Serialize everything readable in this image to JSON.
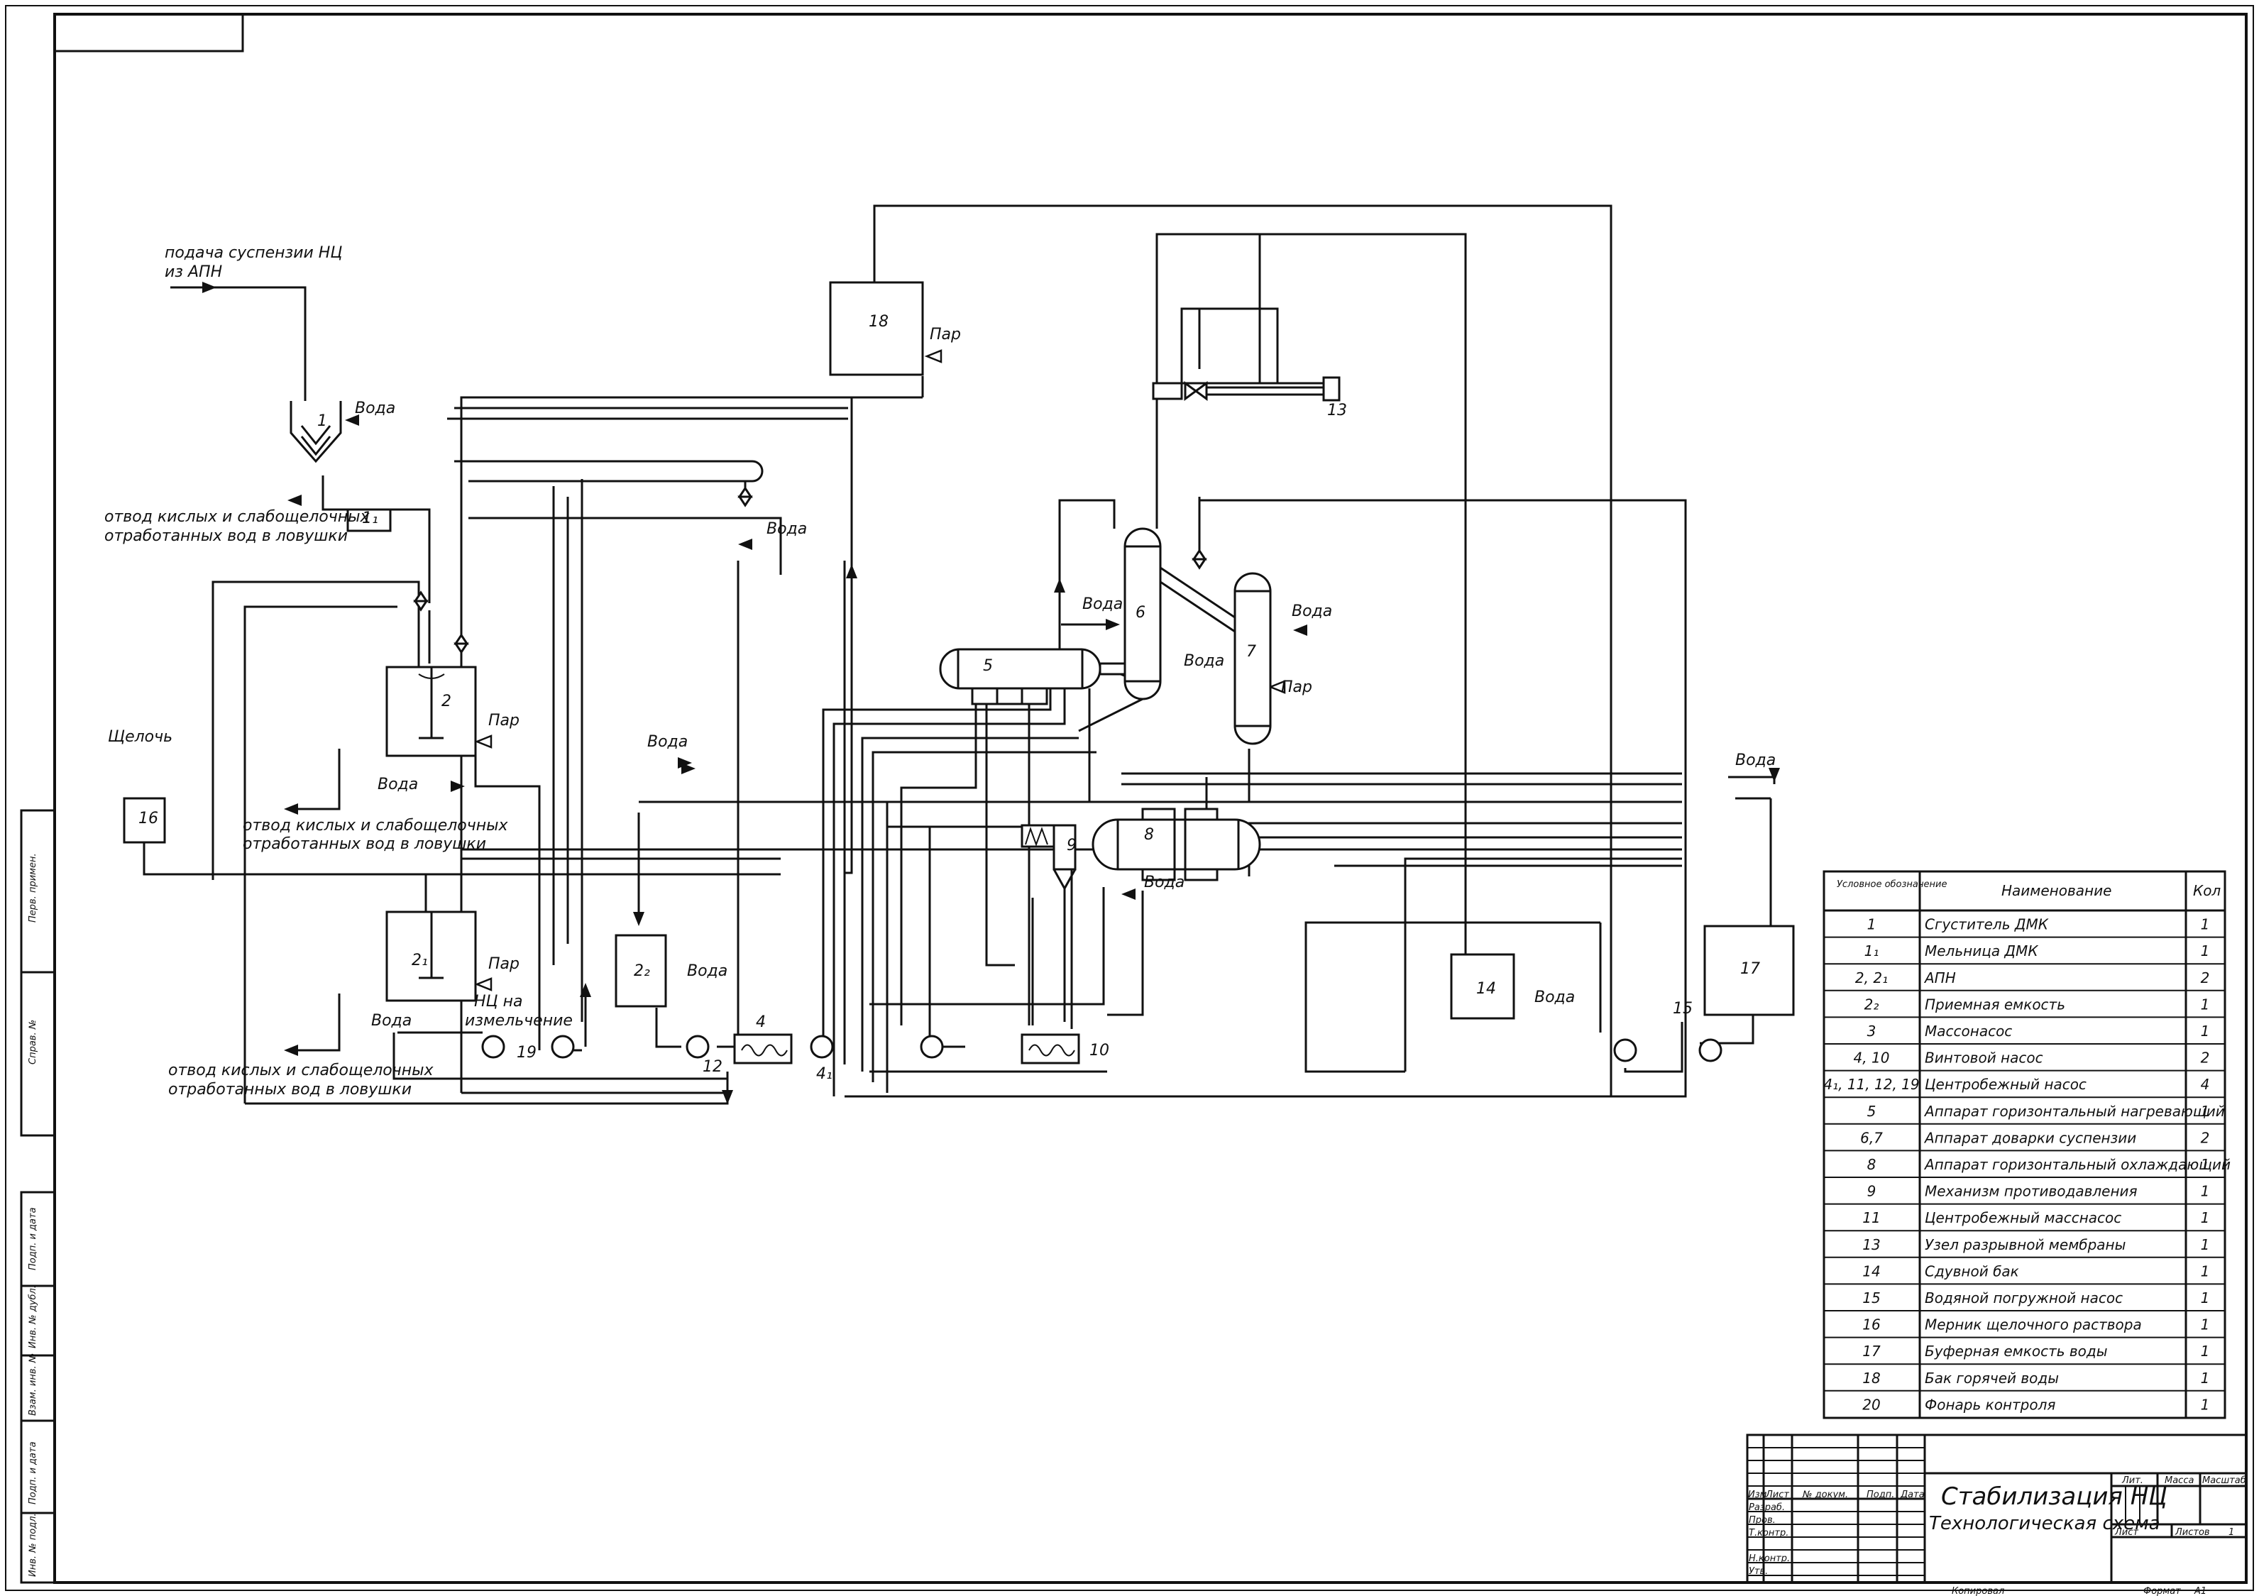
{
  "labels": {
    "feed_suspension_line1": "подача суспензии НЦ",
    "feed_suspension_line2": "из АПН",
    "water": "Вода",
    "steam": "Пар",
    "alkali": "Щелочь",
    "drain_line1": "отвод кислых и слабощелочных",
    "drain_line2": "отработанных вод в ловушки",
    "nc_grind_line1": "НЦ на",
    "nc_grind_line2": "измельчение"
  },
  "equipment_numbers": {
    "n1": "1",
    "n1_1": "1₁",
    "n2": "2",
    "n2_1": "2₁",
    "n2_2": "2₂",
    "n4": "4",
    "n4_1": "4₁",
    "n5": "5",
    "n6": "6",
    "n7": "7",
    "n8": "8",
    "n9": "9",
    "n10": "10",
    "n12": "12",
    "n13": "13",
    "n14": "14",
    "n15": "15",
    "n16": "16",
    "n17": "17",
    "n18": "18",
    "n19": "19"
  },
  "legend": {
    "headers": {
      "designation": "Условное обозначение",
      "name": "Наименование",
      "qty": "Кол"
    },
    "rows": [
      {
        "code": "1",
        "name": "Сгуститель ДМК",
        "qty": "1"
      },
      {
        "code": "1₁",
        "name": "Мельница ДМК",
        "qty": "1"
      },
      {
        "code": "2, 2₁",
        "name": "АПН",
        "qty": "2"
      },
      {
        "code": "2₂",
        "name": "Приемная емкость",
        "qty": "1"
      },
      {
        "code": "3",
        "name": "Массонасос",
        "qty": "1"
      },
      {
        "code": "4, 10",
        "name": "Винтовой насос",
        "qty": "2"
      },
      {
        "code": "4₁, 11, 12, 19",
        "name": "Центробежный насос",
        "qty": "4"
      },
      {
        "code": "5",
        "name": "Аппарат горизонтальный нагревающий",
        "qty": "1"
      },
      {
        "code": "6,7",
        "name": "Аппарат доварки суспензии",
        "qty": "2"
      },
      {
        "code": "8",
        "name": "Аппарат горизонтальный охлаждающий",
        "qty": "1"
      },
      {
        "code": "9",
        "name": "Механизм противодавления",
        "qty": "1"
      },
      {
        "code": "11",
        "name": "Центробежный масснасос",
        "qty": "1"
      },
      {
        "code": "13",
        "name": "Узел разрывной мембраны",
        "qty": "1"
      },
      {
        "code": "14",
        "name": "Сдувной бак",
        "qty": "1"
      },
      {
        "code": "15",
        "name": "Водяной погружной насос",
        "qty": "1"
      },
      {
        "code": "16",
        "name": "Мерник щелочного раствора",
        "qty": "1"
      },
      {
        "code": "17",
        "name": "Буферная емкость воды",
        "qty": "1"
      },
      {
        "code": "18",
        "name": "Бак горячей воды",
        "qty": "1"
      },
      {
        "code": "20",
        "name": "Фонарь контроля",
        "qty": "1"
      }
    ]
  },
  "title_block": {
    "title": "Стабилизация НЦ",
    "subtitle": "Технологическая схема",
    "col_izm": "Изм",
    "col_list": "Лист",
    "col_doc": "№ докум.",
    "col_sign": "Подп.",
    "col_date": "Дата",
    "row_razrab": "Разраб.",
    "row_prov": "Пров.",
    "row_tkontr": "Т.контр.",
    "row_nkontr": "Н.контр.",
    "row_utv": "Утв.",
    "lit": "Лит.",
    "mass": "Масса",
    "scale": "Масштаб",
    "sheet": "Лист",
    "sheets": "Листов",
    "sheets_val": "1",
    "copied": "Копировал",
    "format": "Формат",
    "format_val": "А1"
  },
  "side_stamps": {
    "perv_primen": "Перв. примен.",
    "sprav_no": "Справ. №",
    "podp_data1": "Подп. и дата",
    "inv_dubl": "Инв. № дубл.",
    "vzam_inv": "Взам. инв. №",
    "podp_data2": "Подп. и дата",
    "inv_podl": "Инв. № подл."
  }
}
